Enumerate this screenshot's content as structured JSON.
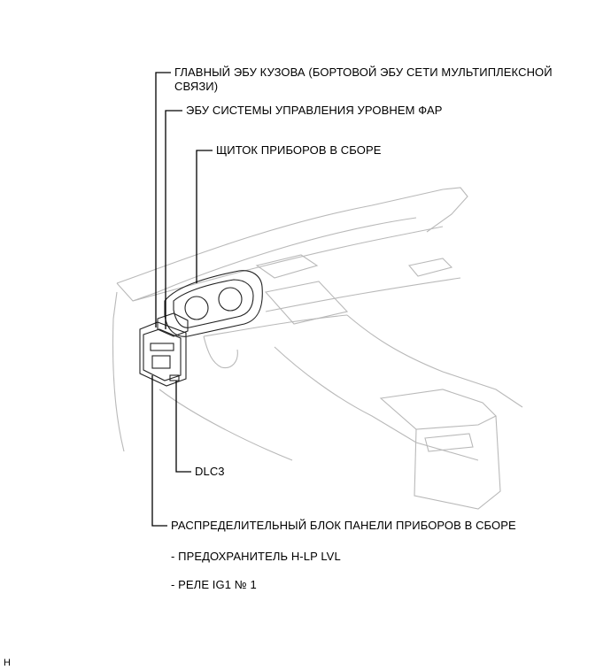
{
  "labels": {
    "body_ecu_line1": "ГЛАВНЫЙ ЭБУ КУЗОВА (БОРТОВОЙ ЭБУ СЕТИ МУЛЬТИПЛЕКСНОЙ",
    "body_ecu_line2": "СВЯЗИ)",
    "headlight_ecu": "ЭБУ СИСТЕМЫ УПРАВЛЕНИЯ УРОВНЕМ ФАР",
    "instrument_cluster": "ЩИТОК ПРИБОРОВ В СБОРЕ",
    "dlc3": "DLC3",
    "junction_block": "РАСПРЕДЕЛИТЕЛЬНЫЙ БЛОК ПАНЕЛИ ПРИБОРОВ В СБОРЕ",
    "fuse": "- ПРЕДОХРАНИТЕЛЬ H-LP LVL",
    "relay": "- РЕЛЕ IG1 № 1"
  },
  "corner_mark": "H"
}
